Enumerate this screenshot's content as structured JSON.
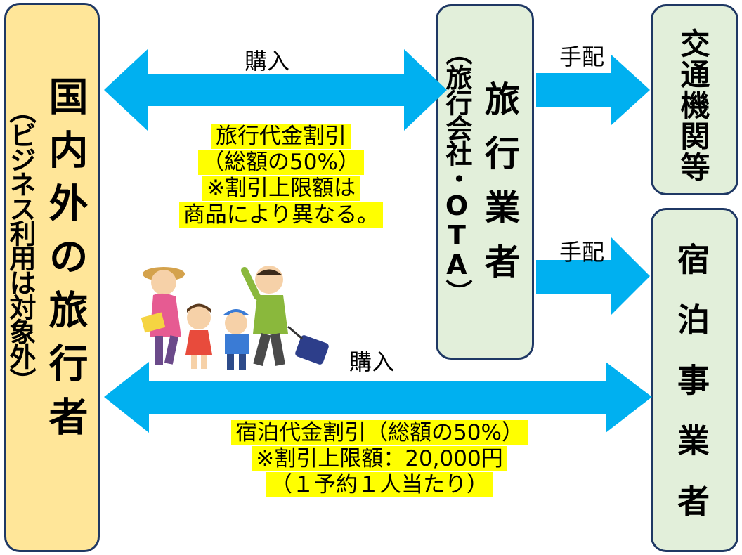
{
  "traveler": {
    "title": "国内外の旅行者",
    "note": "（ビジネス利用は対象外）"
  },
  "agency": {
    "title": "旅行業者",
    "note": "（旅行会社・OTA）"
  },
  "transport": {
    "title": "交通機関等"
  },
  "lodging": {
    "title": "宿泊事業者"
  },
  "arrows": {
    "purchase_top": "購入",
    "arrange_top": "手配",
    "arrange_mid": "手配",
    "purchase_bottom": "購入"
  },
  "travel_discount": {
    "line1": "旅行代金割引",
    "line2": "（総額の50%）",
    "line3": "※割引上限額は",
    "line4": "商品により異なる。"
  },
  "lodging_discount": {
    "line1": "宿泊代金割引（総額の50%）",
    "line2": "※割引上限額：20,000円",
    "line3": "（１予約１人当たり）"
  },
  "colors": {
    "traveler_box": "#ffe699",
    "agency_box": "#e2efda",
    "border": "#1f3864",
    "arrow": "#00b0f0",
    "highlight": "#ffff00"
  },
  "illustration": {
    "icon": "family-travel-illustration"
  }
}
